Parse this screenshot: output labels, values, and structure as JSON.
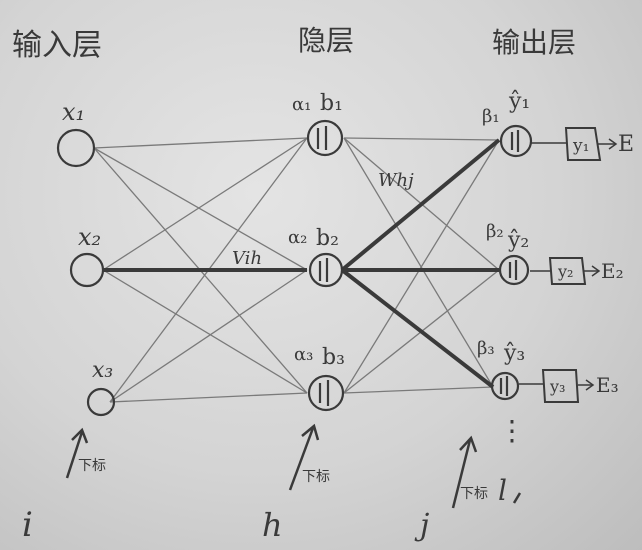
{
  "headers": {
    "input_layer": "输入层",
    "hidden_layer": "隐层",
    "output_layer": "输出层"
  },
  "input_nodes": [
    "x₁",
    "x₂",
    "x₃"
  ],
  "hidden_nodes": [
    {
      "alpha": "α₁",
      "b": "b₁"
    },
    {
      "alpha": "α₂",
      "b": "b₂"
    },
    {
      "alpha": "α₃",
      "b": "b₃"
    }
  ],
  "output_nodes": [
    {
      "beta": "β₁",
      "yhat": "ŷ₁",
      "y": "y₁",
      "error": "E"
    },
    {
      "beta": "β₂",
      "yhat": "ŷ₂",
      "y": "y₂",
      "error": "E₂"
    },
    {
      "beta": "β₃",
      "yhat": "ŷ₃",
      "y": "y₃",
      "error": "E₃"
    }
  ],
  "weights": {
    "input_hidden": "Vih",
    "hidden_output": "Whj"
  },
  "subscripts": {
    "label": "下标",
    "input_index": "i",
    "hidden_index": "h",
    "output_index": "j",
    "output_count": "l"
  },
  "dots": "⋮",
  "colors": {
    "ink": "#3a3a3a",
    "line": "#7a7a7a",
    "paper": "#d6d6d6"
  }
}
